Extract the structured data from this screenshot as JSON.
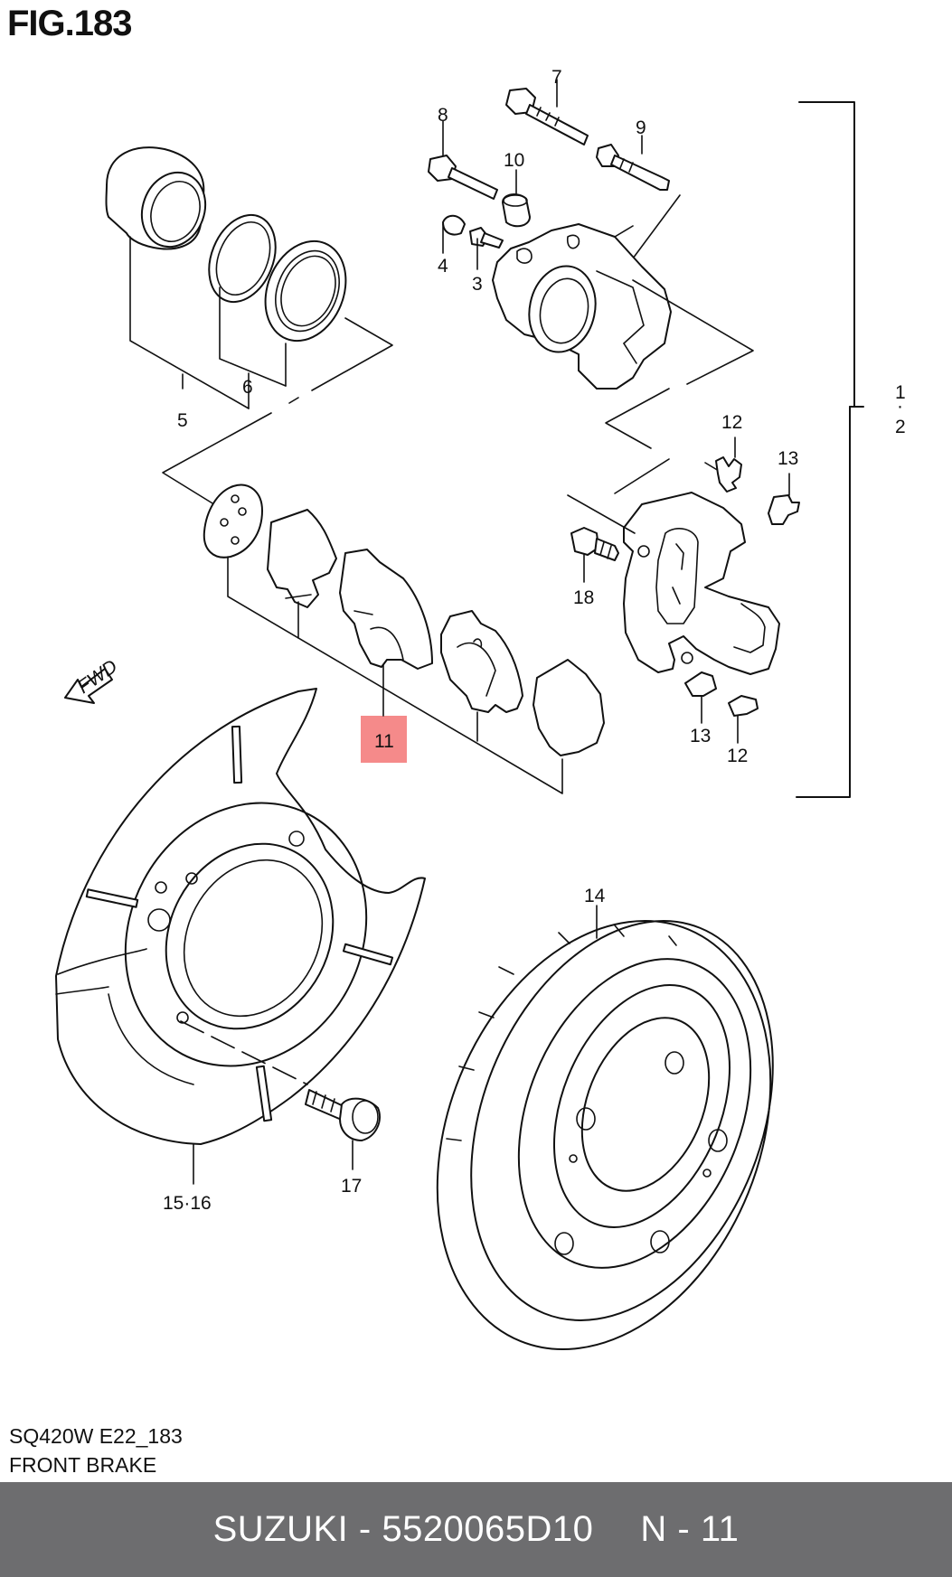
{
  "figure": {
    "title": "FIG.183",
    "model_code": "SQ420W E22_183",
    "name": "FRONT BRAKE"
  },
  "callouts": {
    "c1": "1",
    "c2": "2",
    "c3": "3",
    "c4": "4",
    "c5": "5",
    "c6": "6",
    "c7": "7",
    "c8": "8",
    "c9": "9",
    "c10": "10",
    "c11": "11",
    "c12a": "12",
    "c12b": "12",
    "c13a": "13",
    "c13b": "13",
    "c14": "14",
    "c15_16": "15·16",
    "c17": "17",
    "c18": "18"
  },
  "fwd_arrow": {
    "label": "FWD"
  },
  "highlight": {
    "part": "11",
    "color": "#f58a8a"
  },
  "footer": {
    "brand_part": "SUZUKI - 5520065D10",
    "index": "N - 11",
    "background": "#6d6d6f"
  }
}
